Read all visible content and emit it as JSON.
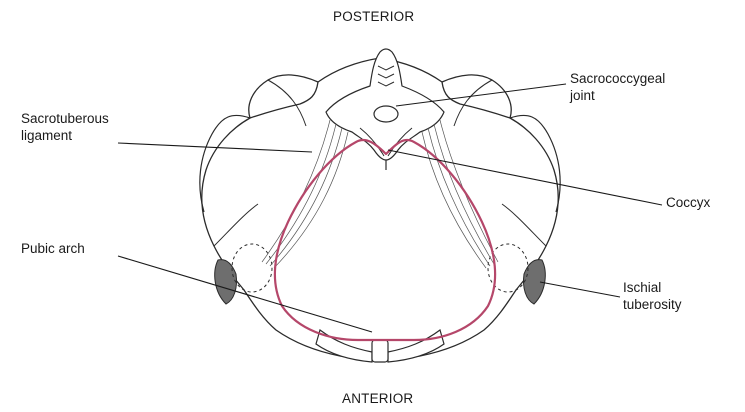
{
  "orientation": {
    "top": "POSTERIOR",
    "bottom": "ANTERIOR"
  },
  "labels": {
    "sacrococcygeal_line1": "Sacrococcygeal",
    "sacrococcygeal_line2": "joint",
    "sacrotuberous_line1": "Sacrotuberous",
    "sacrotuberous_line2": "ligament",
    "coccyx": "Coccyx",
    "pubic_arch": "Pubic arch",
    "ischial_line1": "Ischial",
    "ischial_line2": "tuberosity"
  },
  "colors": {
    "outline": "#2b2b2b",
    "inlet_outline": "#b5476a",
    "bone_fill": "#ffffff",
    "shade": "#6e6e6e"
  }
}
